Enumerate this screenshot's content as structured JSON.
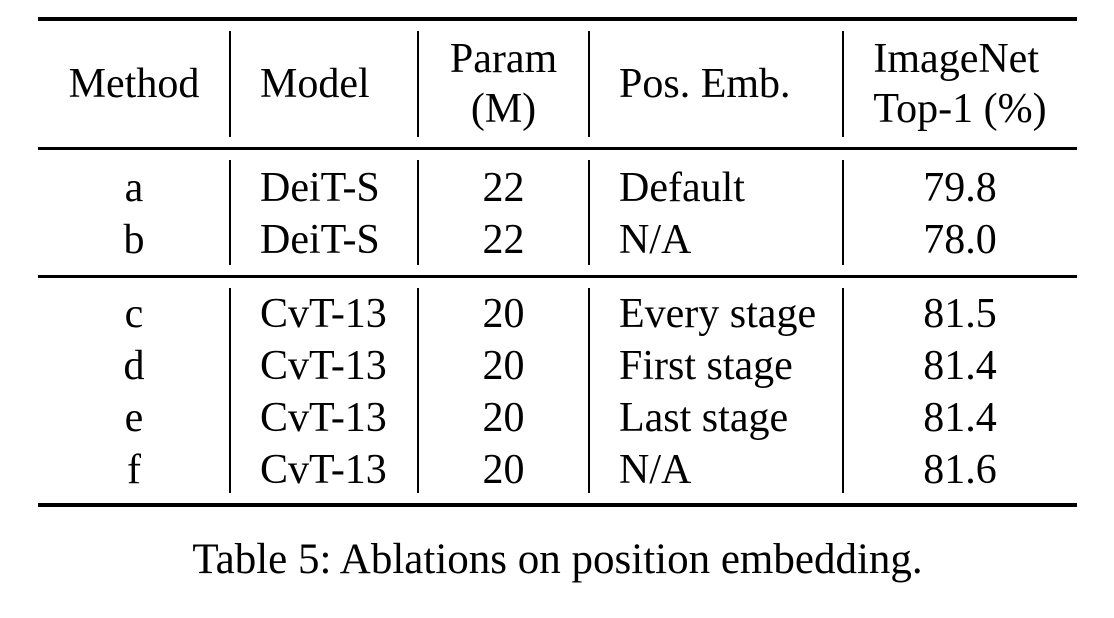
{
  "table": {
    "headers": [
      {
        "lines": [
          "Method"
        ]
      },
      {
        "lines": [
          "Model"
        ]
      },
      {
        "lines": [
          "Param",
          "(M)"
        ]
      },
      {
        "lines": [
          "Pos. Emb."
        ]
      },
      {
        "lines": [
          "ImageNet",
          "Top-1 (%)"
        ]
      }
    ],
    "groups": [
      {
        "rows": [
          {
            "method": "a",
            "model": "DeiT-S",
            "param": "22",
            "pos_emb": "Default",
            "top1": "79.8"
          },
          {
            "method": "b",
            "model": "DeiT-S",
            "param": "22",
            "pos_emb": "N/A",
            "top1": "78.0"
          }
        ]
      },
      {
        "rows": [
          {
            "method": "c",
            "model": "CvT-13",
            "param": "20",
            "pos_emb": "Every stage",
            "top1": "81.5"
          },
          {
            "method": "d",
            "model": "CvT-13",
            "param": "20",
            "pos_emb": "First stage",
            "top1": "81.4"
          },
          {
            "method": "e",
            "model": "CvT-13",
            "param": "20",
            "pos_emb": "Last stage",
            "top1": "81.4"
          },
          {
            "method": "f",
            "model": "CvT-13",
            "param": "20",
            "pos_emb": "N/A",
            "top1": "81.6"
          }
        ]
      }
    ]
  },
  "caption": "Table 5: Ablations on position embedding.",
  "colors": {
    "text": "#000000",
    "background": "#ffffff",
    "rule": "#000000"
  },
  "chart_data": {
    "type": "table",
    "title": "Table 5: Ablations on position embedding.",
    "columns": [
      "Method",
      "Model",
      "Param (M)",
      "Pos. Emb.",
      "ImageNet Top-1 (%)"
    ],
    "rows": [
      [
        "a",
        "DeiT-S",
        22,
        "Default",
        79.8
      ],
      [
        "b",
        "DeiT-S",
        22,
        "N/A",
        78.0
      ],
      [
        "c",
        "CvT-13",
        20,
        "Every stage",
        81.5
      ],
      [
        "d",
        "CvT-13",
        20,
        "First stage",
        81.4
      ],
      [
        "e",
        "CvT-13",
        20,
        "Last stage",
        81.4
      ],
      [
        "f",
        "CvT-13",
        20,
        "N/A",
        81.6
      ]
    ]
  }
}
